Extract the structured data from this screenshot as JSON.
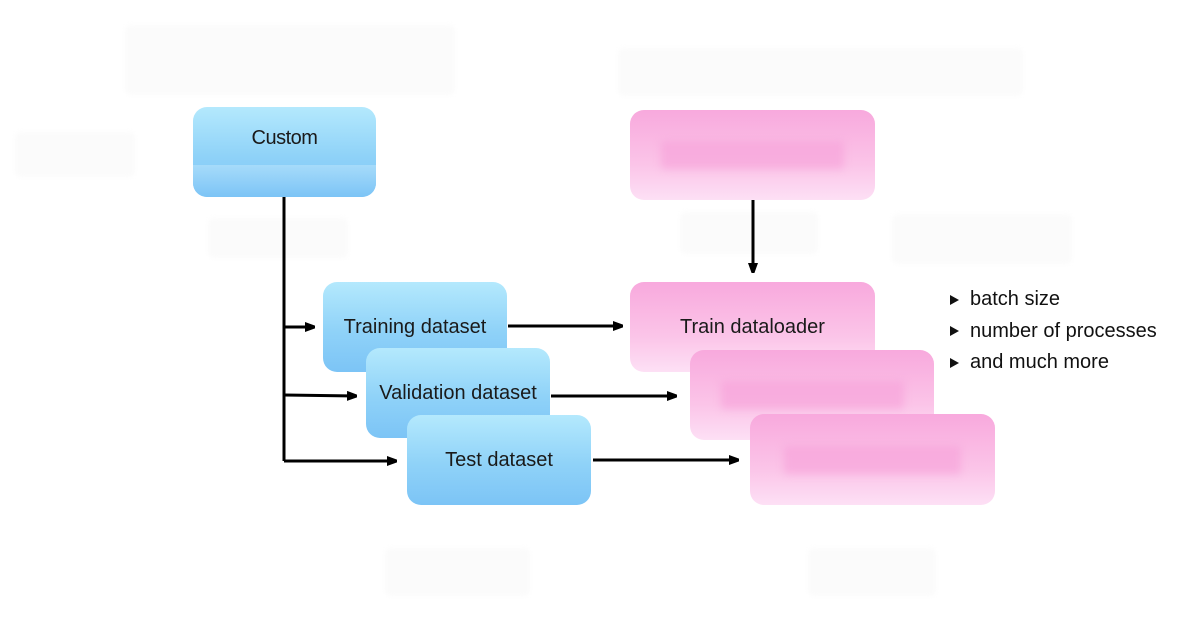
{
  "diagram": {
    "source_node": {
      "label": "Custom"
    },
    "config_node": {
      "label": ""
    },
    "datasets": [
      {
        "label": "Training dataset"
      },
      {
        "label": "Validation dataset"
      },
      {
        "label": "Test dataset"
      }
    ],
    "dataloaders": [
      {
        "label": "Train dataloader"
      },
      {
        "label": ""
      },
      {
        "label": ""
      }
    ],
    "dataloader_options": [
      "batch size",
      "number of processes",
      "and much more"
    ],
    "colors": {
      "dataset_fill": "#8fd2f8",
      "dataloader_fill": "#f8a9dd",
      "arrow": "#000000"
    }
  }
}
